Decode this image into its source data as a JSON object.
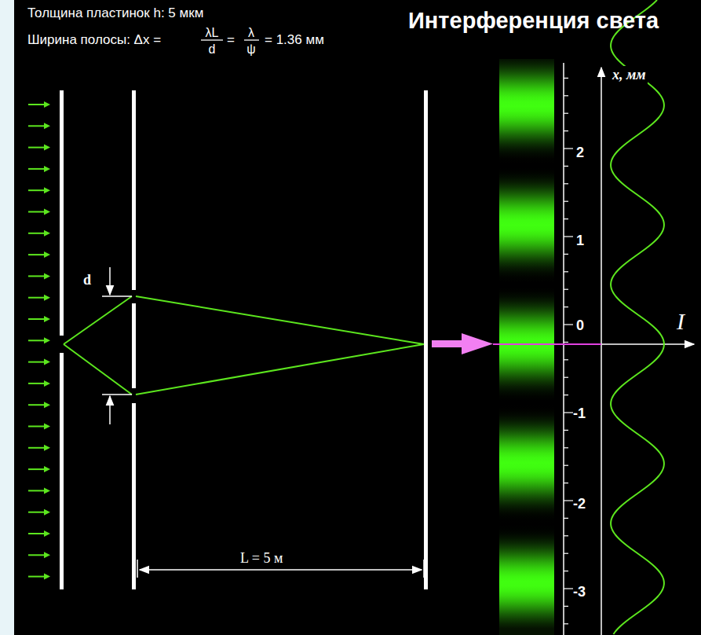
{
  "diagram": {
    "title": "Интерференция света",
    "labels": [
      "Толщина пластинок h: 5 мкм",
      "Ширина полосы: Δx =",
      "λL",
      "d",
      "=",
      "λ",
      "ψ",
      "= 1.36 мм",
      "d",
      "L = 5 м",
      "x, мм",
      "I",
      "2",
      "1",
      "0",
      "-1",
      "-2",
      "-3"
    ]
  }
}
